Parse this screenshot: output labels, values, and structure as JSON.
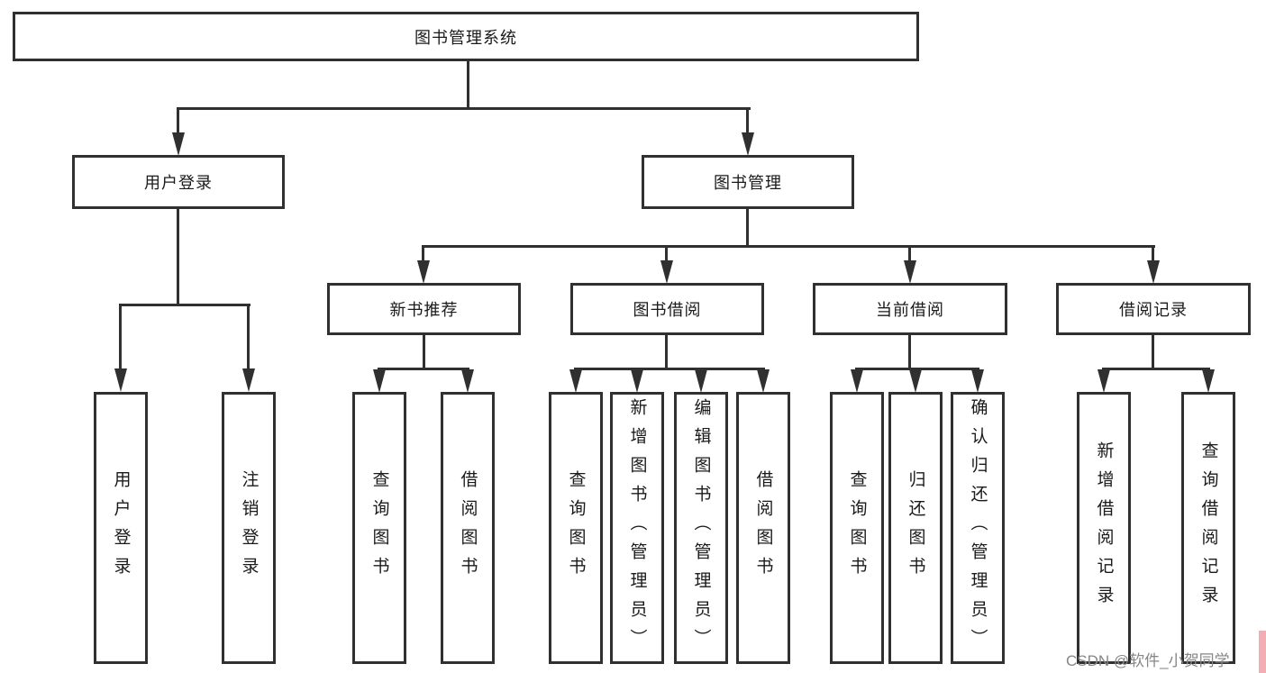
{
  "tree": {
    "root": "图书管理系统",
    "branches": [
      {
        "label": "用户登录",
        "leaves": [
          "用户登录",
          "注销登录"
        ]
      },
      {
        "label": "图书管理",
        "sections": [
          {
            "label": "新书推荐",
            "leaves": [
              "查询图书",
              "借阅图书"
            ]
          },
          {
            "label": "图书借阅",
            "leaves": [
              "查询图书",
              "新增图书（管理员）",
              "编辑图书（管理员）",
              "借阅图书"
            ]
          },
          {
            "label": "当前借阅",
            "leaves": [
              "查询图书",
              "归还图书",
              "确认归还（管理员）"
            ]
          },
          {
            "label": "借阅记录",
            "leaves": [
              "新增借阅记录",
              "查询借阅记录"
            ]
          }
        ]
      }
    ]
  },
  "watermark": {
    "text": "CSDN @软件_小贺同学"
  },
  "colors": {
    "line": "#303030",
    "text": "#1a1a1a",
    "watermark": "#868686",
    "watermark_accent": "#f3aeb5",
    "background": "#ffffff"
  }
}
